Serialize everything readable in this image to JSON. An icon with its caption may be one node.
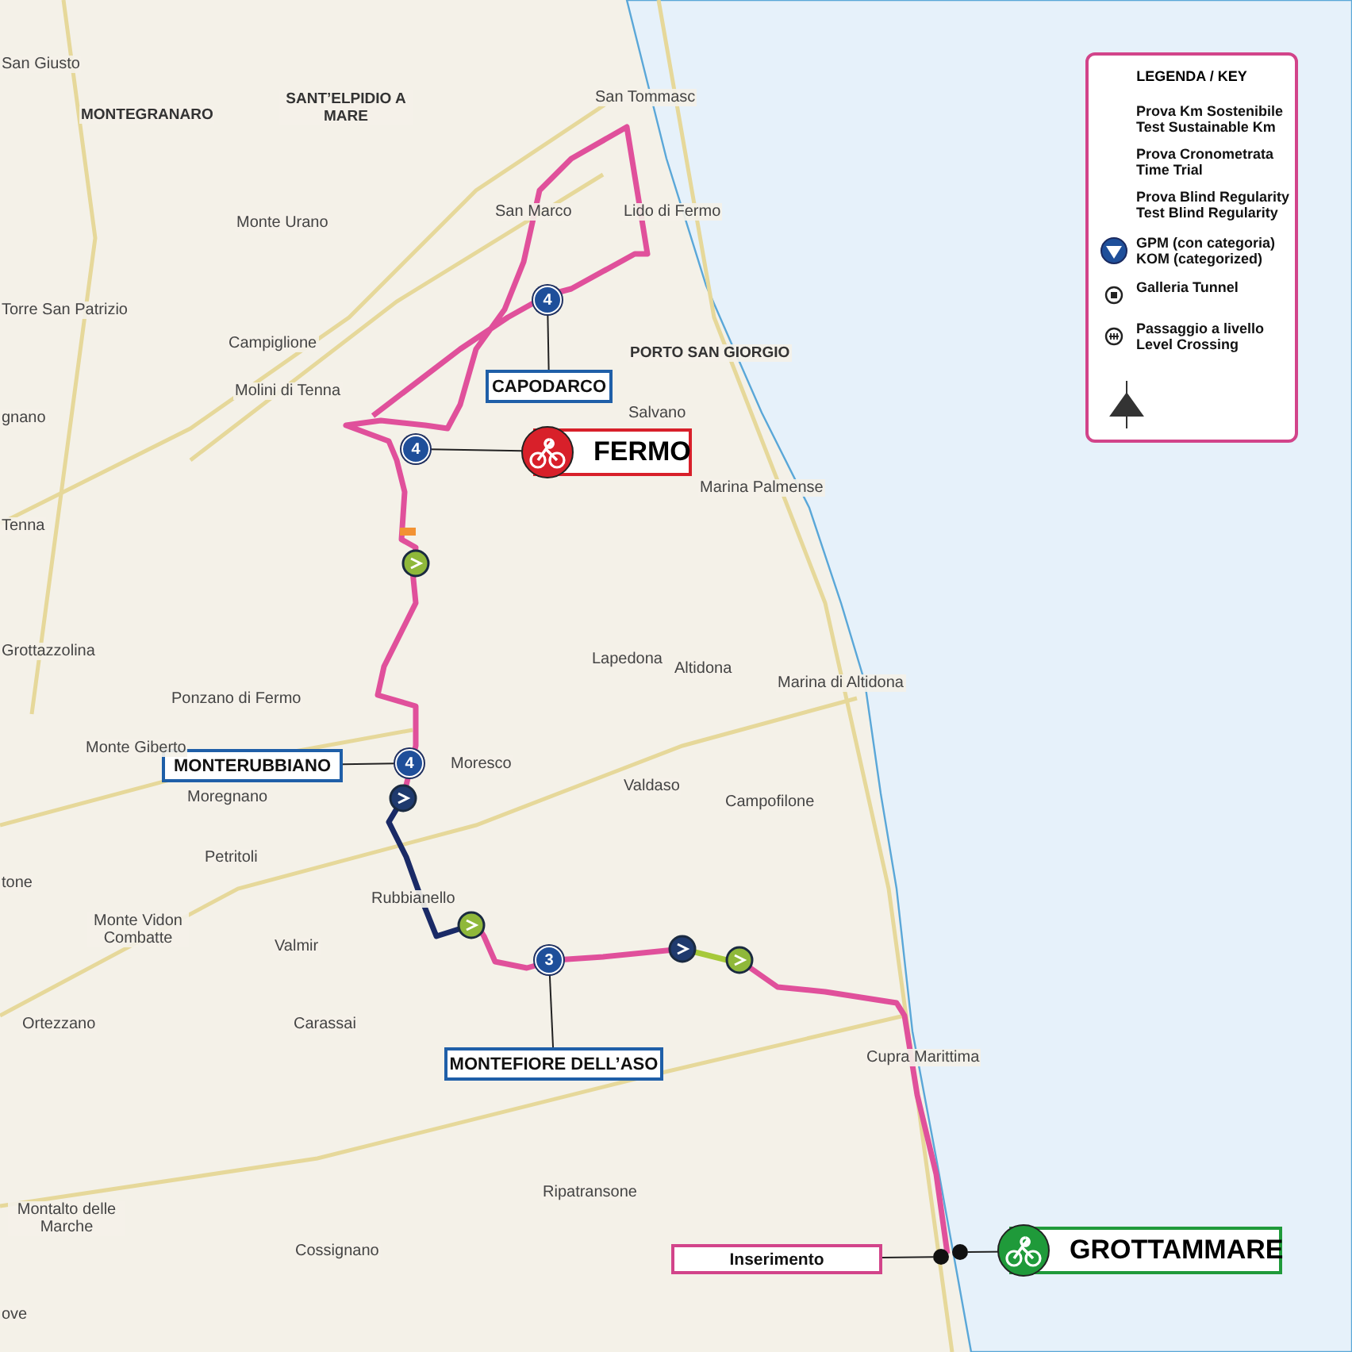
{
  "diagram": {
    "nodes": [
      {
        "text": [
          "4"
        ]
      },
      {
        "text": [
          "CAPODARCO"
        ]
      },
      {
        "text": [
          "4"
        ]
      },
      {
        "text": [
          "FERMO"
        ]
      },
      {
        "text": [
          "MONTERUBBIANO"
        ]
      },
      {
        "text": [
          "4"
        ]
      },
      {
        "text": [
          "3"
        ]
      },
      {
        "text": [
          "MONTEFIORE DELL’ASO"
        ]
      },
      {
        "text": [
          "Inserimento"
        ]
      },
      {
        "text": [],
        "shape": "circle"
      },
      {
        "text": [],
        "shape": "circle"
      },
      {
        "text": [
          "GROTTAMMARE"
        ]
      }
    ],
    "edges": [
      {
        "from": 1,
        "to": 0,
        "arrow": "none"
      },
      {
        "from": 3,
        "to": 2,
        "arrow": "none"
      },
      {
        "from": 4,
        "to": 5,
        "arrow": "none"
      },
      {
        "from": 7,
        "to": 6,
        "arrow": "none"
      },
      {
        "from": 8,
        "to": 9,
        "arrow": "none"
      },
      {
        "from": 11,
        "to": 10,
        "arrow": "none"
      }
    ],
    "labels": [
      "San Giusto",
      "MONTEGRANARO",
      "SANT’ELPIDIO A MARE",
      "San Tommasc",
      "Monte Urano",
      "San Marco",
      "Lido di Fermo",
      "Torre San Patrizio",
      "Campiglione",
      "PORTO SAN GIORGIO",
      "Molini di Tenna",
      "gnano",
      "Salvano",
      "Marina Palmense",
      "Tenna",
      "Grottazzolina",
      "Lapedona",
      "Altidona",
      "Marina di Altidona",
      "Ponzano di Fermo",
      "Monte Giberto",
      "Moresco",
      "Moregnano",
      "Valdaso",
      "Campofilone",
      "Petritoli",
      "tone",
      "Rubbianello",
      "Monte Vidon Combatte",
      "Valmir",
      "Ortezzano",
      "Carassai",
      "Cupra Marittima",
      "Ripatransone",
      "Montalto delle Marche",
      "Cossignano",
      "ove",
      "LEGENDA / KEY"
    ],
    "legend": [
      {
        "text": "Prova Km Sostenibile Test Sustainable Km"
      },
      {
        "text": "Prova Cronometrata Time Trial"
      },
      {
        "text": "Prova Blind Regularity Test Blind Regularity"
      },
      {
        "text": "GPM (con categoria) KOM (categorized)"
      },
      {
        "text": "Galleria Tunnel"
      },
      {
        "text": "Passaggio a livello Level Crossing"
      }
    ]
  }
}
